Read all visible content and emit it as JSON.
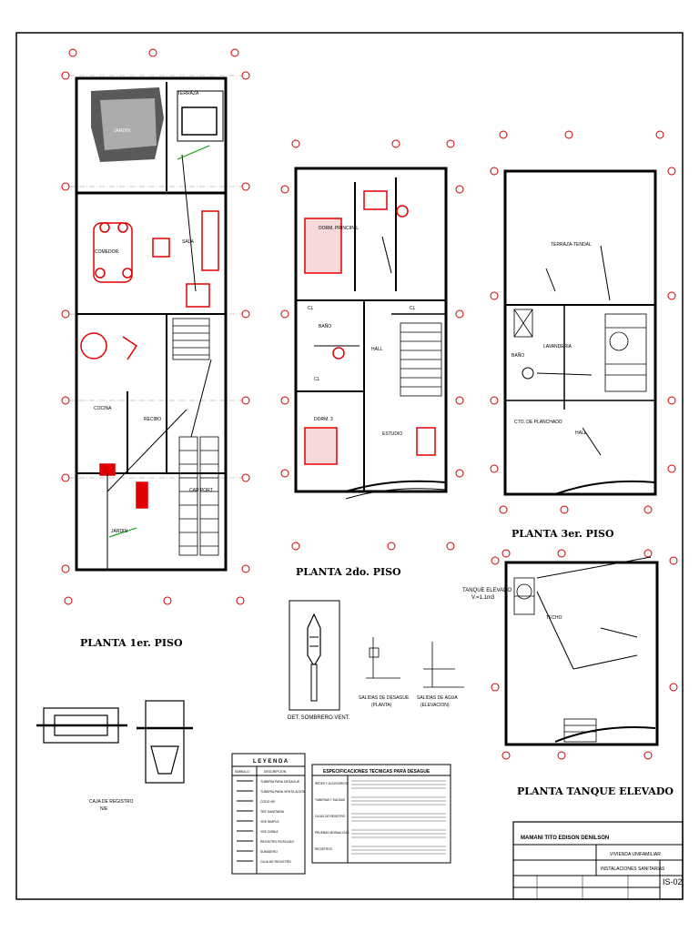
{
  "plans": {
    "p1": "PLANTA 1er. PISO",
    "p2": "PLANTA 2do. PISO",
    "p3": "PLANTA 3er. PISO",
    "p4": "PLANTA TANQUE ELEVADO"
  },
  "rooms": {
    "terraza": "TERRAZA",
    "jardin": "JARDIN",
    "sala": "SALA",
    "comedor": "COMEDOR",
    "cocina": "COCINA",
    "recibo": "RECIBO",
    "car_port": "CAR PORT",
    "jardin2": "JARDIN",
    "dorm_principal": "DORM. PRINCIPAL",
    "cl": "CL",
    "bano": "BAÑO",
    "hall": "HALL",
    "dorm3": "DORM. 3",
    "estudio": "ESTUDIO",
    "terraza_tendal": "TERRAZA-TENDAL",
    "lavanderia": "LAVANDERIA",
    "cto_planchado": "CTO. DE PLANCHADO",
    "techo": "TECHO"
  },
  "tanque": "TANQUE ELEVADO",
  "tanque_vol": "V.=1.1m3",
  "details": {
    "sombrero": "DET. SOMBRERO VENT.",
    "desague": "SALIDAS DE DESAGUE",
    "desague_sub": "(PLANTA)",
    "agua": "SALIDAS DE AGUA",
    "agua_sub": "(ELEVACION)",
    "caja": "CAJA DE REGISTRO",
    "caja_sub": "N/E"
  },
  "legend": {
    "title": "L E Y E N D A",
    "col1": "SIMBOLO",
    "col2": "DESCRIPCION",
    "items": [
      "TUBERIA PARA DESAGUE",
      "TUBERIA PARA VENTILACION",
      "CODO 90º",
      "TEE SANITARIA",
      "YEE SIMPLE",
      "YEE DOBLE",
      "REGISTRO ROSCADO",
      "SUMIDERO",
      "CAJA DE REGISTRO"
    ]
  },
  "specs": {
    "title": "ESPECIFICACIONES TECNICAS PARA DESAGUE",
    "rows": [
      "REDES Y ACCESORIOS",
      "TUBERIAS Y SALIDAS",
      "CAJAS DE REGISTRO",
      "PRUEBAS HIDRAULICAS",
      "REGISTROS"
    ]
  },
  "titleblock": {
    "author": "MAMANI TITO EDISON DENILSON",
    "project": "VIVIENDA UNIFAMILIAR",
    "subject": "INSTALACIONES SANITARIAS",
    "sheet": "IS-02"
  }
}
